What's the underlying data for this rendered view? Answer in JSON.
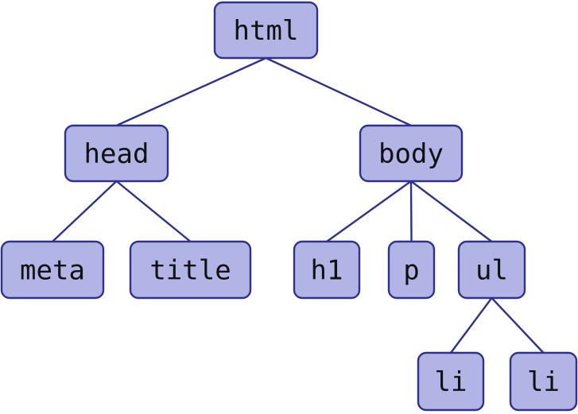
{
  "diagram": {
    "type": "tree",
    "colors": {
      "node_fill": "#b3b4e6",
      "node_stroke": "#2e3192",
      "edge": "#2e3192",
      "text": "#111111"
    },
    "nodes": [
      {
        "id": "html",
        "label": "html"
      },
      {
        "id": "head",
        "label": "head"
      },
      {
        "id": "body",
        "label": "body"
      },
      {
        "id": "meta",
        "label": "meta"
      },
      {
        "id": "title",
        "label": "title"
      },
      {
        "id": "h1",
        "label": "h1"
      },
      {
        "id": "p",
        "label": "p"
      },
      {
        "id": "ul",
        "label": "ul"
      },
      {
        "id": "li1",
        "label": "li"
      },
      {
        "id": "li2",
        "label": "li"
      }
    ],
    "edges": [
      {
        "from": "html",
        "to": "head"
      },
      {
        "from": "html",
        "to": "body"
      },
      {
        "from": "head",
        "to": "meta"
      },
      {
        "from": "head",
        "to": "title"
      },
      {
        "from": "body",
        "to": "h1"
      },
      {
        "from": "body",
        "to": "p"
      },
      {
        "from": "body",
        "to": "ul"
      },
      {
        "from": "ul",
        "to": "li1"
      },
      {
        "from": "ul",
        "to": "li2"
      }
    ]
  }
}
